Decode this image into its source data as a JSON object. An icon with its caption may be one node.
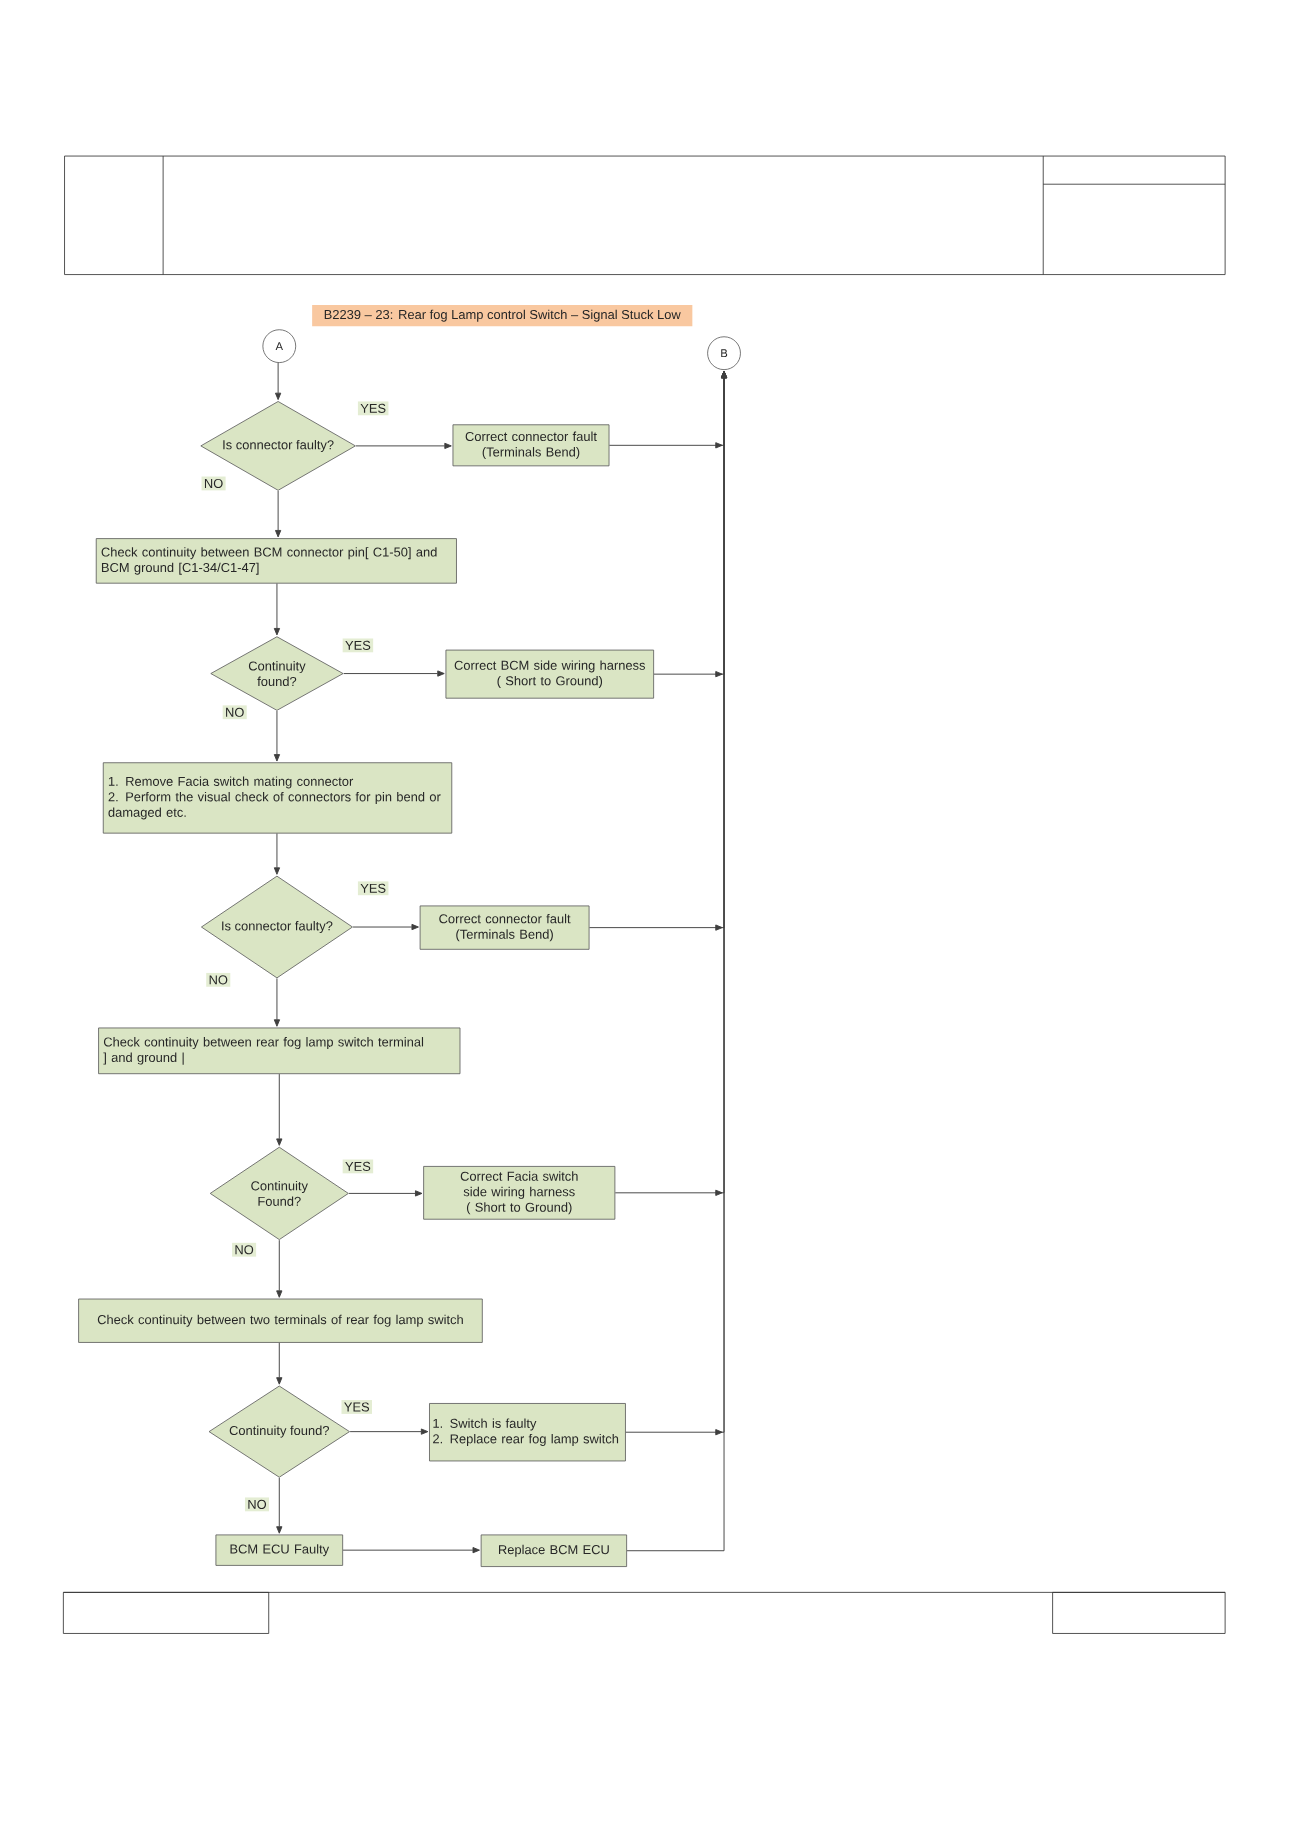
{
  "diagram": {
    "title": "B2239 – 23: Rear fog Lamp control Switch – Signal Stuck Low",
    "nodes": [
      {
        "text": [
          "A"
        ]
      },
      {
        "text": [
          "B"
        ]
      },
      {
        "text": [
          "Is connector faulty?"
        ]
      },
      {
        "text": [
          "Correct connector fault",
          "(Terminals Bend)"
        ]
      },
      {
        "text": [
          "Check continuity between BCM connector pin[ C1-50] and BCM ground [C1-34/C1-47]"
        ]
      },
      {
        "text": [
          "Continuity found?"
        ]
      },
      {
        "text": [
          "Correct BCM side wiring harness",
          "( Short to Ground)"
        ]
      },
      {
        "text": [
          "1. Remove Facia switch mating connector",
          "2. Perform the visual check of connectors for pin bend or damaged etc."
        ]
      },
      {
        "text": [
          "Is connector faulty?"
        ]
      },
      {
        "text": [
          "Correct connector fault",
          "(Terminals Bend)"
        ]
      },
      {
        "text": [
          "Check continuity between rear fog lamp switch terminal",
          "] and ground |"
        ]
      },
      {
        "text": [
          "Continuity Found?"
        ]
      },
      {
        "text": [
          "Correct Facia switch side wiring harness",
          "( Short to Ground)"
        ]
      },
      {
        "text": [
          "Check continuity between two terminals of rear fog lamp switch"
        ]
      },
      {
        "text": [
          "Continuity found?"
        ]
      },
      {
        "text": [
          "1. Switch is faulty",
          "2. Replace rear fog lamp switch"
        ]
      },
      {
        "text": [
          "BCM ECU Faulty"
        ]
      },
      {
        "text": [
          "Replace BCM ECU"
        ]
      }
    ],
    "edges": [
      {
        "from": 0,
        "to": 2,
        "arrow": "to"
      },
      {
        "from": 2,
        "to": 3,
        "arrow": "to",
        "label": "YES"
      },
      {
        "from": 3,
        "to": 1,
        "arrow": "to"
      },
      {
        "from": 2,
        "to": 4,
        "arrow": "to",
        "label": "NO"
      },
      {
        "from": 4,
        "to": 5,
        "arrow": "to"
      },
      {
        "from": 5,
        "to": 6,
        "arrow": "to",
        "label": "YES"
      },
      {
        "from": 6,
        "to": 1,
        "arrow": "to"
      },
      {
        "from": 5,
        "to": 7,
        "arrow": "to",
        "label": "NO"
      },
      {
        "from": 7,
        "to": 8,
        "arrow": "to"
      },
      {
        "from": 8,
        "to": 9,
        "arrow": "to",
        "label": "YES"
      },
      {
        "from": 9,
        "to": 1,
        "arrow": "to"
      },
      {
        "from": 8,
        "to": 10,
        "arrow": "to",
        "label": "NO"
      },
      {
        "from": 10,
        "to": 11,
        "arrow": "to"
      },
      {
        "from": 11,
        "to": 12,
        "arrow": "to",
        "label": "YES"
      },
      {
        "from": 12,
        "to": 1,
        "arrow": "to"
      },
      {
        "from": 11,
        "to": 13,
        "arrow": "to",
        "label": "NO"
      },
      {
        "from": 13,
        "to": 14,
        "arrow": "to"
      },
      {
        "from": 14,
        "to": 15,
        "arrow": "to",
        "label": "YES"
      },
      {
        "from": 15,
        "to": 1,
        "arrow": "to"
      },
      {
        "from": 14,
        "to": 16,
        "arrow": "to",
        "label": "NO"
      },
      {
        "from": 16,
        "to": 17,
        "arrow": "to"
      },
      {
        "from": 17,
        "to": 1,
        "arrow": "to"
      }
    ]
  }
}
